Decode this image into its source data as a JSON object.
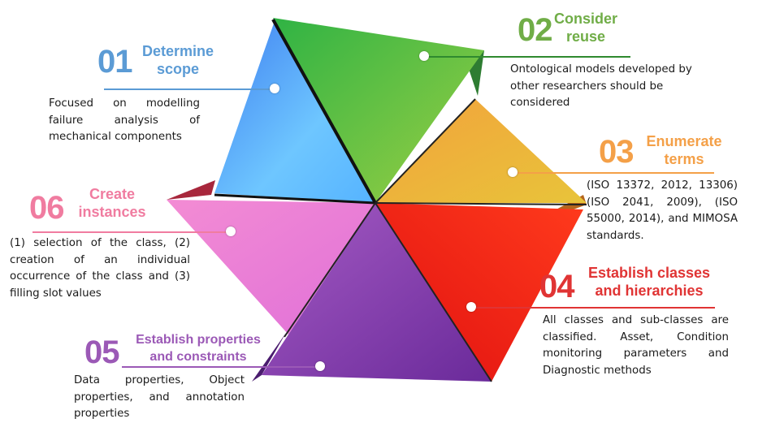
{
  "steps": [
    {
      "number": "01",
      "title_lines": [
        "Determine",
        "scope"
      ],
      "color": "#5b9bd5",
      "description": "Focused on modelling failure analysis of mechanical components"
    },
    {
      "number": "02",
      "title_lines": [
        "Consider",
        "reuse"
      ],
      "color": "#70ad47",
      "description": "Ontological models developed by other researchers should be considered"
    },
    {
      "number": "03",
      "title_lines": [
        "Enumerate",
        "terms"
      ],
      "color": "#f4a048",
      "description": "(ISO 13372, 2012, 13306) (ISO 2041, 2009), (ISO 55000, 2014), and MIMOSA standards."
    },
    {
      "number": "04",
      "title_lines": [
        "Establish classes",
        "and hierarchies"
      ],
      "color": "#e03434",
      "description": "All classes and sub-classes are classified. Asset, Condition monitoring parameters and Diagnostic methods"
    },
    {
      "number": "05",
      "title_lines": [
        "Establish properties",
        "and constraints"
      ],
      "color": "#9b59b6",
      "description": "Data properties, Object properties, and annotation properties"
    },
    {
      "number": "06",
      "title_lines": [
        "Create",
        "instances"
      ],
      "color": "#f07ca0",
      "description": "(1) selection of the class, (2) creation of an individual occurrence of the class and (3) filling slot values"
    }
  ]
}
